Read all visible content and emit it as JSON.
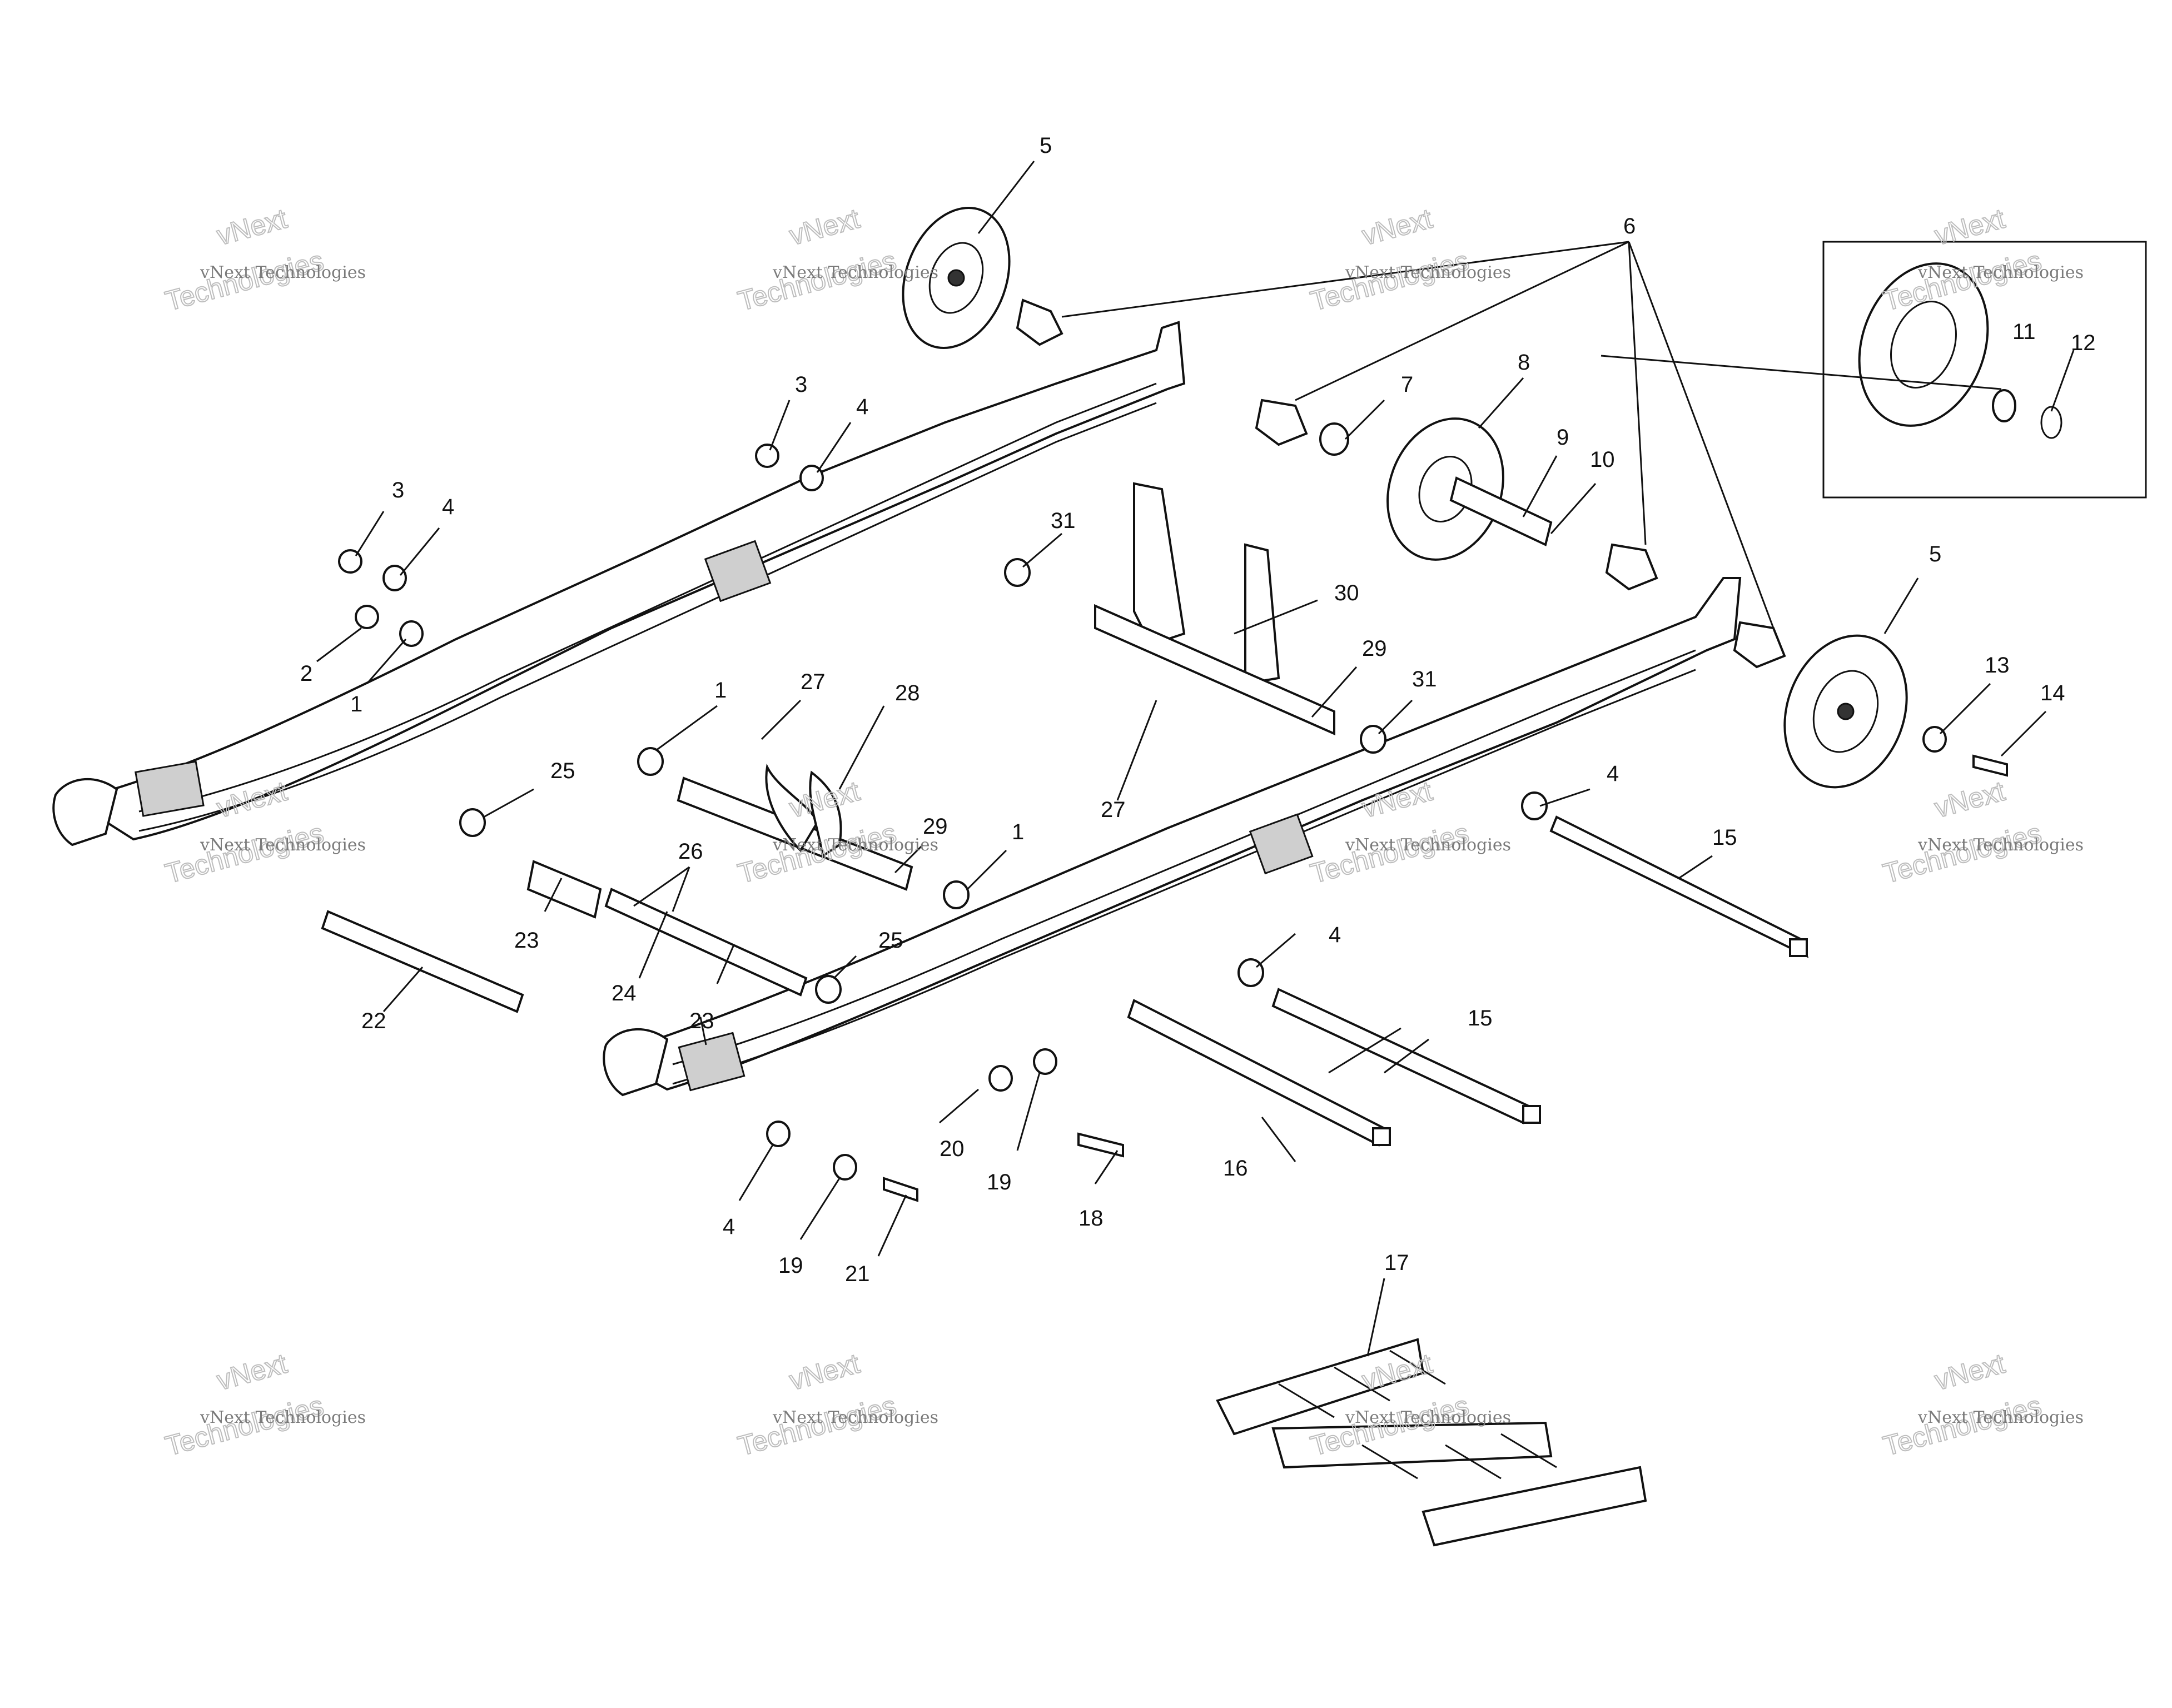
{
  "diagram": {
    "callouts": [
      {
        "id": "c5a",
        "text": "5"
      },
      {
        "id": "c6",
        "text": "6"
      },
      {
        "id": "c3a",
        "text": "3"
      },
      {
        "id": "c4a",
        "text": "4"
      },
      {
        "id": "c3b",
        "text": "3"
      },
      {
        "id": "c4b",
        "text": "4"
      },
      {
        "id": "c2",
        "text": "2"
      },
      {
        "id": "c1a",
        "text": "1"
      },
      {
        "id": "c7",
        "text": "7"
      },
      {
        "id": "c8",
        "text": "8"
      },
      {
        "id": "c9",
        "text": "9"
      },
      {
        "id": "c10",
        "text": "10"
      },
      {
        "id": "c11",
        "text": "11"
      },
      {
        "id": "c12",
        "text": "12"
      },
      {
        "id": "c5b",
        "text": "5"
      },
      {
        "id": "c13",
        "text": "13"
      },
      {
        "id": "c14",
        "text": "14"
      },
      {
        "id": "c31a",
        "text": "31"
      },
      {
        "id": "c30",
        "text": "30"
      },
      {
        "id": "c29a",
        "text": "29"
      },
      {
        "id": "c31b",
        "text": "31"
      },
      {
        "id": "c1b",
        "text": "1"
      },
      {
        "id": "c27a",
        "text": "27"
      },
      {
        "id": "c28",
        "text": "28"
      },
      {
        "id": "c27b",
        "text": "27"
      },
      {
        "id": "c25a",
        "text": "25"
      },
      {
        "id": "c29b",
        "text": "29"
      },
      {
        "id": "c26",
        "text": "26"
      },
      {
        "id": "c1c",
        "text": "1"
      },
      {
        "id": "c4c",
        "text": "4"
      },
      {
        "id": "c15a",
        "text": "15"
      },
      {
        "id": "c23a",
        "text": "23"
      },
      {
        "id": "c24",
        "text": "24"
      },
      {
        "id": "c25b",
        "text": "25"
      },
      {
        "id": "c4d",
        "text": "4"
      },
      {
        "id": "c22",
        "text": "22"
      },
      {
        "id": "c23b",
        "text": "23"
      },
      {
        "id": "c15b",
        "text": "15"
      },
      {
        "id": "c16",
        "text": "16"
      },
      {
        "id": "c20",
        "text": "20"
      },
      {
        "id": "c19a",
        "text": "19"
      },
      {
        "id": "c18",
        "text": "18"
      },
      {
        "id": "c4e",
        "text": "4"
      },
      {
        "id": "c19b",
        "text": "19"
      },
      {
        "id": "c21",
        "text": "21"
      },
      {
        "id": "c17",
        "text": "17"
      }
    ],
    "watermark": {
      "line1": "vNext Technologies",
      "line2a": "vNext",
      "line2b": "Technologies"
    }
  }
}
